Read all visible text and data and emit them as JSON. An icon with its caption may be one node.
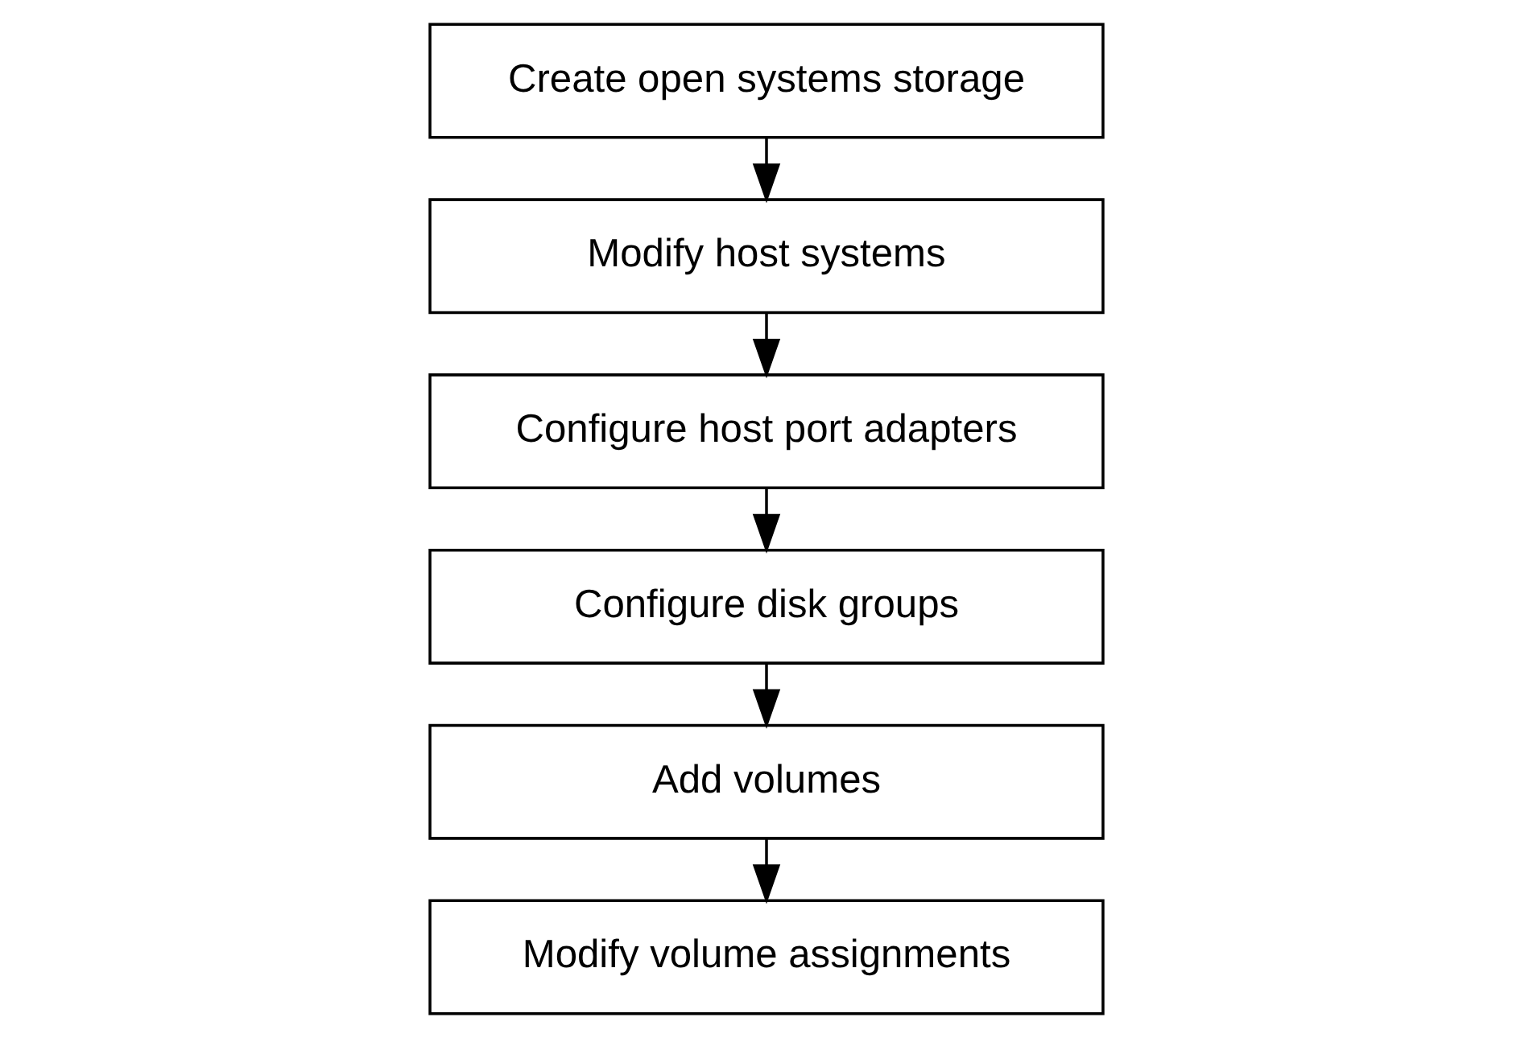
{
  "diagram": {
    "nodes": [
      {
        "text": [
          "Create open systems storage"
        ]
      },
      {
        "text": [
          "Modify host systems"
        ]
      },
      {
        "text": [
          "Configure host port adapters"
        ]
      },
      {
        "text": [
          "Configure disk groups"
        ]
      },
      {
        "text": [
          "Add volumes"
        ]
      },
      {
        "text": [
          "Modify volume assignments"
        ]
      }
    ],
    "edges": [
      {
        "from": 0,
        "to": 1,
        "arrow": "to"
      },
      {
        "from": 1,
        "to": 2,
        "arrow": "to"
      },
      {
        "from": 2,
        "to": 3,
        "arrow": "to"
      },
      {
        "from": 3,
        "to": 4,
        "arrow": "to"
      },
      {
        "from": 4,
        "to": 5,
        "arrow": "to"
      }
    ]
  }
}
